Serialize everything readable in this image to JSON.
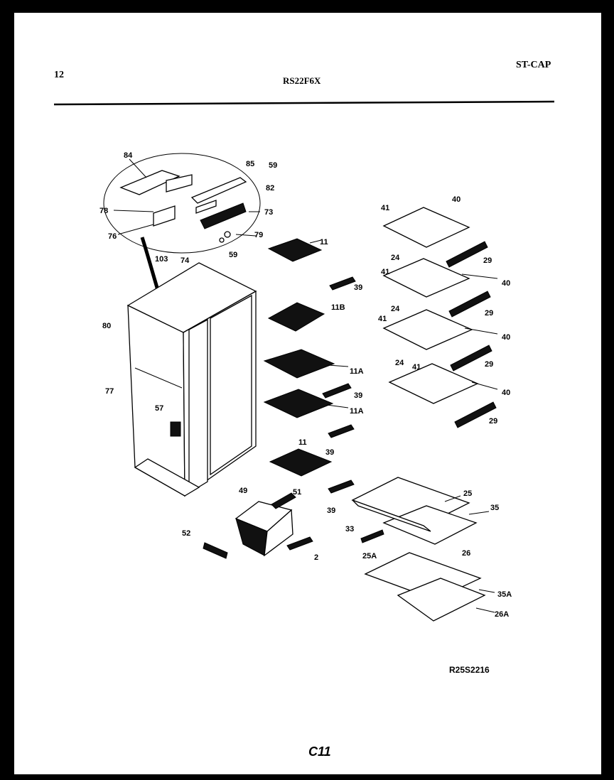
{
  "header": {
    "page_number": "12",
    "model": "RS22F6X",
    "brand_code": "ST-CAP"
  },
  "drawing_number": "R25S2216",
  "footer_code": "C11",
  "callouts": {
    "c84": "84",
    "c85": "85",
    "c59a": "59",
    "c82": "82",
    "c78": "78",
    "c73": "73",
    "c76": "76",
    "c79": "79",
    "c103": "103",
    "c74": "74",
    "c59b": "59",
    "c80": "80",
    "c77": "77",
    "c57": "57",
    "c11a": "11",
    "c39a": "39",
    "c11b": "11B",
    "c11A1": "11A",
    "c39b": "39",
    "c11A2": "11A",
    "c39c": "39",
    "c11c": "11",
    "c39d": "39",
    "c49": "49",
    "c51": "51",
    "c52": "52",
    "c2": "2",
    "c41a": "41",
    "c40a": "40",
    "c24a": "24",
    "c29a": "29",
    "c41b": "41",
    "c40b": "40",
    "c24b": "24",
    "c29b": "29",
    "c41c": "41",
    "c40c": "40",
    "c24c": "24",
    "c29c": "29",
    "c41d": "41",
    "c40d": "40",
    "c29d": "29",
    "c25": "25",
    "c35": "35",
    "c33": "33",
    "c26": "26",
    "c25A": "25A",
    "c35A": "35A",
    "c26A": "26A"
  },
  "colors": {
    "paper": "#ffffff",
    "border": "#000000",
    "ink": "#000000"
  }
}
